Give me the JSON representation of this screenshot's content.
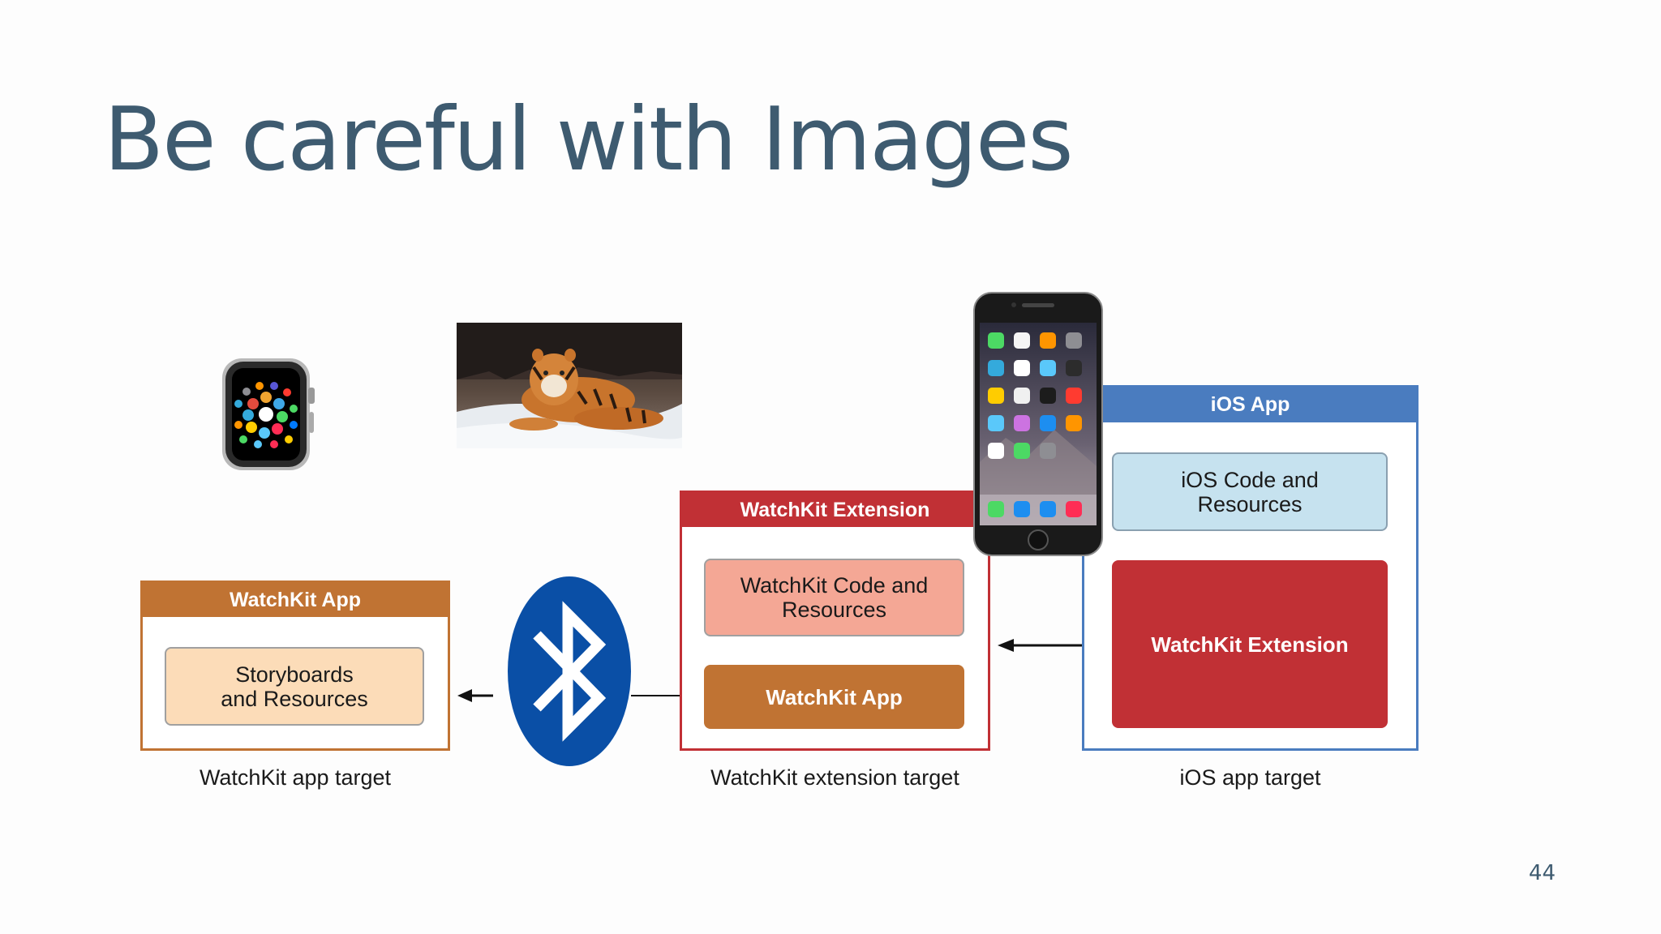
{
  "slide": {
    "title": "Be careful with Images",
    "page_number": "44"
  },
  "diagram": {
    "watchkit_app": {
      "header": "WatchKit App",
      "inner": "Storyboards\nand Resources",
      "caption": "WatchKit app target",
      "color": "#c07333"
    },
    "watchkit_extension": {
      "header": "WatchKit Extension",
      "inner_code": "WatchKit Code and\nResources",
      "inner_app": "WatchKit App",
      "caption": "WatchKit extension target",
      "color": "#c13035"
    },
    "ios_app": {
      "header": "iOS App",
      "inner_code": "iOS Code and\nResources",
      "inner_extension": "WatchKit Extension",
      "caption": "iOS app target",
      "color": "#4a7cbf"
    }
  },
  "icons": [
    "apple-watch-icon",
    "tiger-photo",
    "iphone-icon",
    "bluetooth-icon"
  ]
}
